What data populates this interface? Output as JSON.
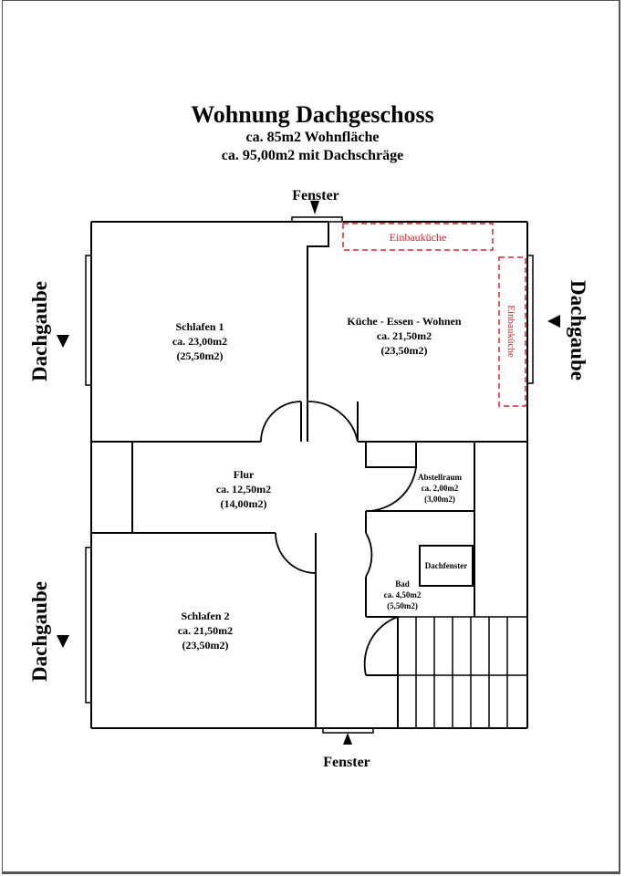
{
  "title": "Wohnung Dachgeschoss",
  "subtitle_1": "ca. 85m2 Wohnfläche",
  "subtitle_2": "ca. 95,00m2 mit Dachschräge",
  "labels": {
    "fenster_top": "Fenster",
    "fenster_bottom": "Fenster",
    "dachgaube_left_top": "Dachgaube",
    "dachgaube_left_bottom": "Dachgaube",
    "dachgaube_right": "Dachgaube",
    "einbaukueche_horizontal": "Einbauküche",
    "einbaukueche_vertical": "Einbauküche",
    "dachfenster": "Dachfenster"
  },
  "rooms": {
    "schlafen1": {
      "name": "Schlafen 1",
      "area": "ca. 23,00m2",
      "area_slope": "(25,50m2)"
    },
    "kueche": {
      "name": "Küche - Essen - Wohnen",
      "area": "ca. 21,50m2",
      "area_slope": "(23,50m2)"
    },
    "flur": {
      "name": "Flur",
      "area": "ca. 12,50m2",
      "area_slope": "(14,00m2)"
    },
    "abstellraum": {
      "name": "Abstellraum",
      "area": "ca. 2,00m2",
      "area_slope": "(3,00m2)"
    },
    "bad": {
      "name": "Bad",
      "area": "ca. 4,50m2",
      "area_slope": "(5,50m2)"
    },
    "schlafen2": {
      "name": "Schlafen 2",
      "area": "ca. 21,50m2",
      "area_slope": "(23,50m2)"
    }
  },
  "colors": {
    "wall": "#000000",
    "kitchen_marker": "#e0202a"
  }
}
